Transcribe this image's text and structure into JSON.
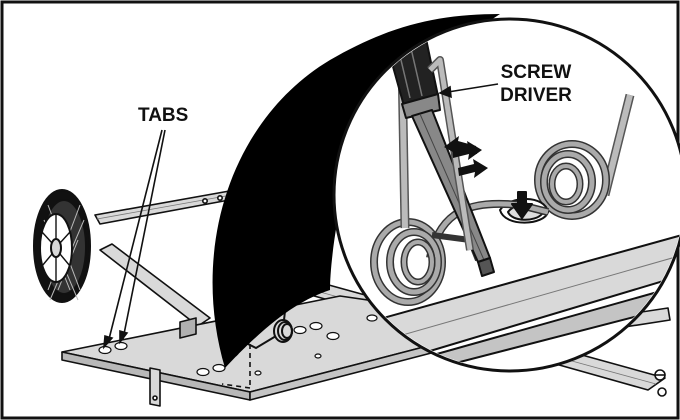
{
  "labels": {
    "tabs": "TABS",
    "screwdriver_line1": "SCREW",
    "screwdriver_line2": "DRIVER"
  },
  "colors": {
    "ink": "#111111",
    "metal": "#d9d9d9",
    "metal_dark": "#9a9a9a",
    "spring": "#a8a8a8",
    "background": "#ffffff",
    "zoom_fill": "#000000"
  },
  "icons": [
    "wheel-icon",
    "spring-icon",
    "screwdriver-icon",
    "arrow-icon"
  ]
}
